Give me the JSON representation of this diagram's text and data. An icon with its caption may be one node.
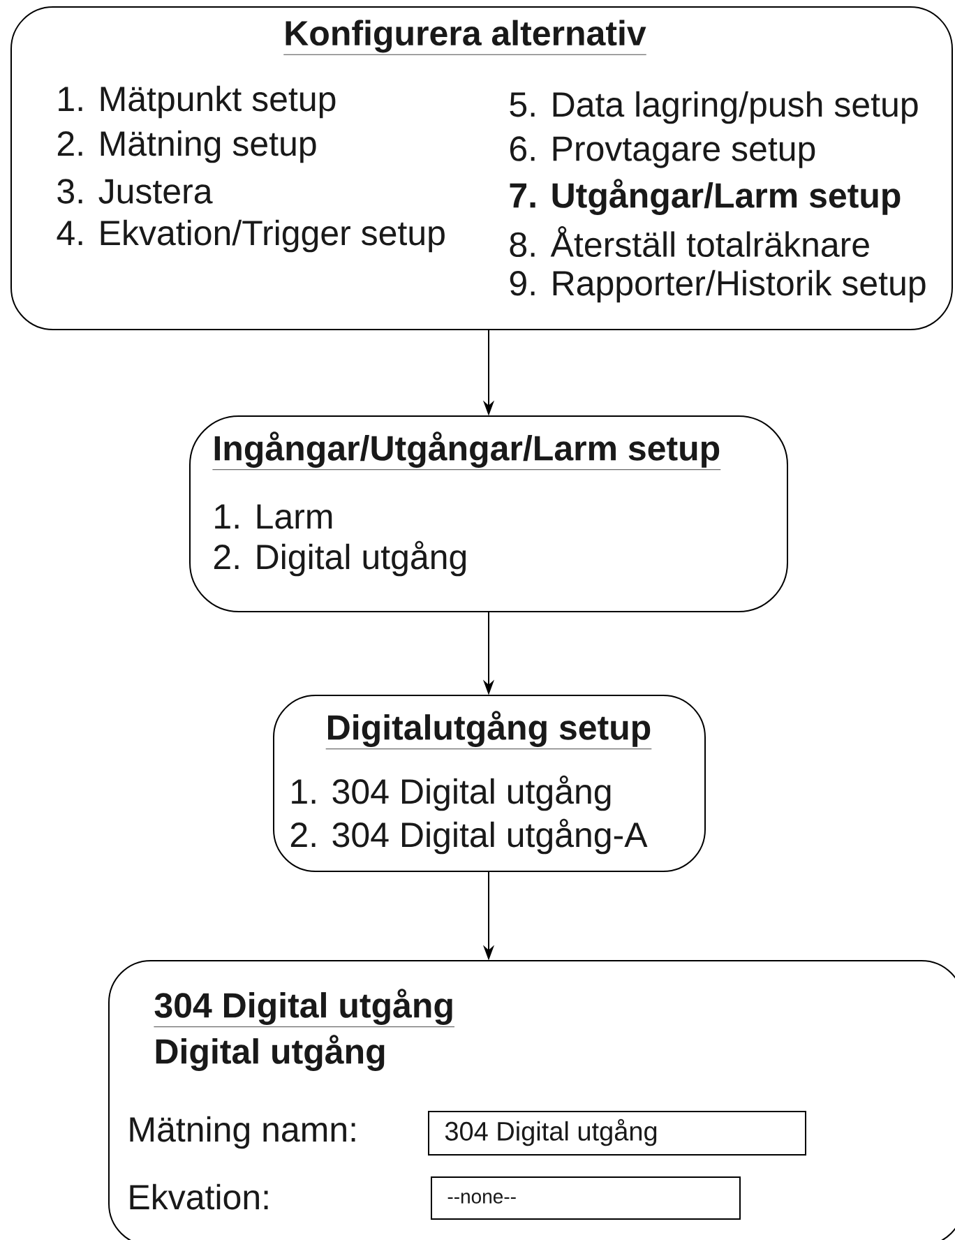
{
  "diagram": {
    "nodes": [
      {
        "text": [
          "Konfigurera alternativ",
          "1. Mätpunkt setup",
          "2. Mätning setup",
          "3. Justera",
          "4. Ekvation/Trigger setup",
          "5. Data lagring/push setup",
          "6. Provtagare setup",
          "7. Utgångar/Larm setup",
          "8. Återställ totalräknare",
          "9. Rapporter/Historik setup"
        ]
      },
      {
        "text": [
          "Ingångar/Utgångar/Larm setup",
          "1. Larm",
          "2. Digital utgång"
        ]
      },
      {
        "text": [
          "Digitalutgång setup",
          "1. 304 Digital utgång",
          "2. 304 Digital utgång-A"
        ]
      },
      {
        "text": [
          "304 Digital utgång",
          "Digital utgång",
          "Mätning namn:",
          "Ekvation:"
        ]
      },
      {
        "text": [
          "304 Digital utgång"
        ],
        "in": 3
      },
      {
        "text": [
          "--none--"
        ],
        "in": 3
      }
    ],
    "edges": [
      {
        "from": 0,
        "to": 1,
        "arrow": "to"
      },
      {
        "from": 1,
        "to": 2,
        "arrow": "to"
      },
      {
        "from": 2,
        "to": 3,
        "arrow": "to"
      }
    ]
  }
}
